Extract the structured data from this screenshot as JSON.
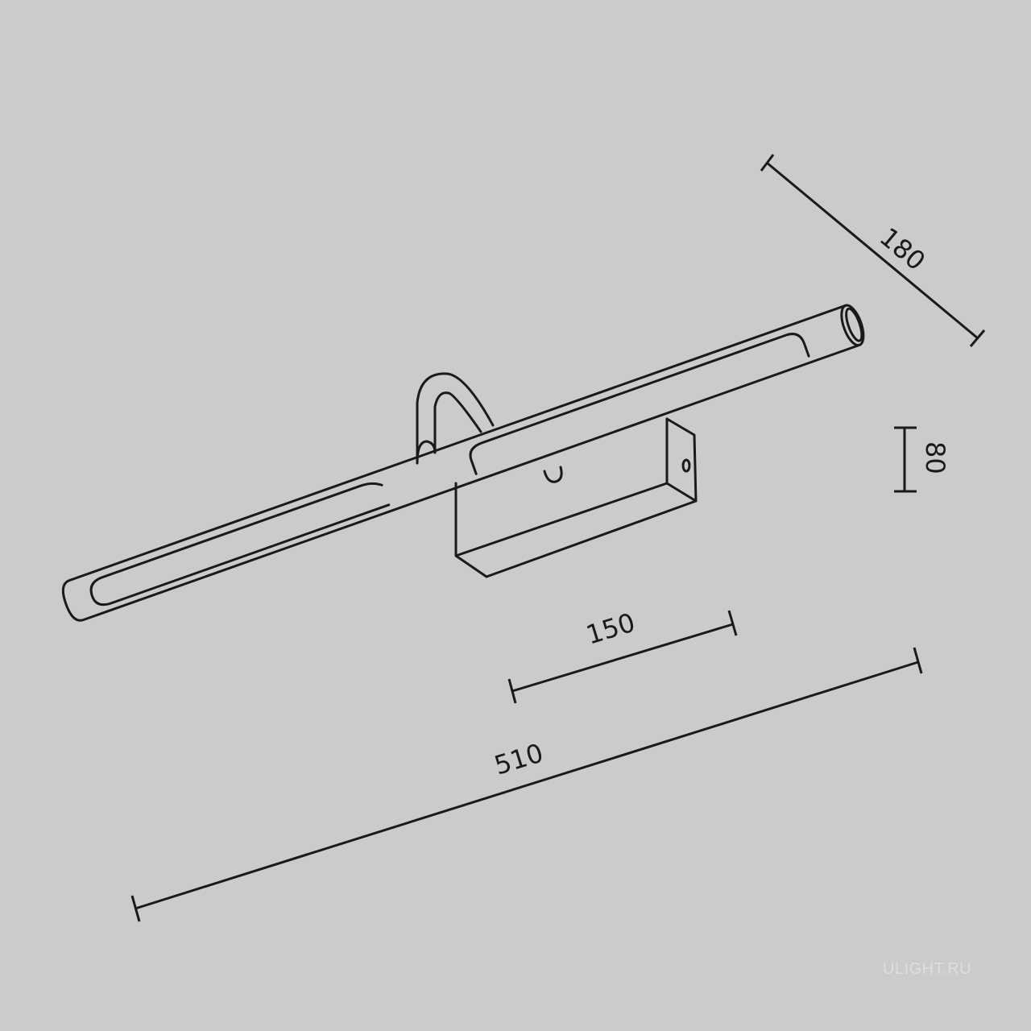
{
  "dimensions": {
    "depth": "180",
    "height": "80",
    "base_width": "150",
    "total_length": "510"
  },
  "watermark": "ULIGHT.RU",
  "colors": {
    "background": "#cbcbcb",
    "line": "#1a1a1a",
    "watermark": "#dedede"
  }
}
